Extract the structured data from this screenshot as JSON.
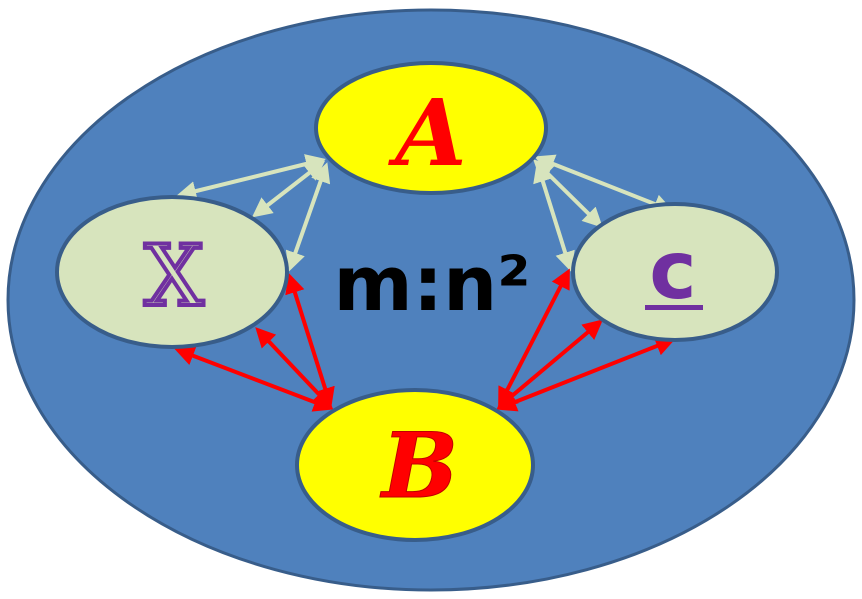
{
  "nodes": {
    "a": {
      "label": "A"
    },
    "b": {
      "label": "B"
    },
    "x": {
      "label": "X"
    },
    "c": {
      "label": "c"
    }
  },
  "center_label": "m:n²",
  "colors": {
    "background": "#4F81BD",
    "outline": "#385D8A",
    "yellow_node": "#FFFF00",
    "green_node": "#D7E4BD",
    "red": "#FF0000",
    "purple": "#7030A0",
    "light_arrow": "#D7E4BD"
  }
}
